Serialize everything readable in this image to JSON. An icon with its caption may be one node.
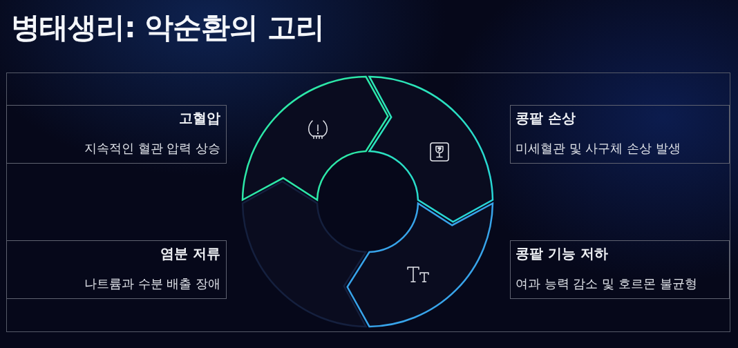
{
  "diagram": {
    "title": "병태생리: 악순환의 고리",
    "nodes": [
      {
        "text": [
          "고혈압",
          "지속적인 혈관 압력 상승"
        ]
      },
      {
        "text": [
          "콩팥 손상",
          "미세혈관 및 사구체 손상 발생"
        ]
      },
      {
        "text": [
          "염분 저류",
          "나트륨과 수분 배출 장애"
        ]
      },
      {
        "text": [
          "콩팥 기능 저하",
          "여과 능력 감소 및 호르몬 불균형"
        ]
      },
      {
        "text": [],
        "shape": "arc"
      },
      {
        "text": [],
        "shape": "arc"
      },
      {
        "text": [],
        "shape": "arc"
      },
      {
        "text": [],
        "shape": "arc"
      }
    ]
  }
}
